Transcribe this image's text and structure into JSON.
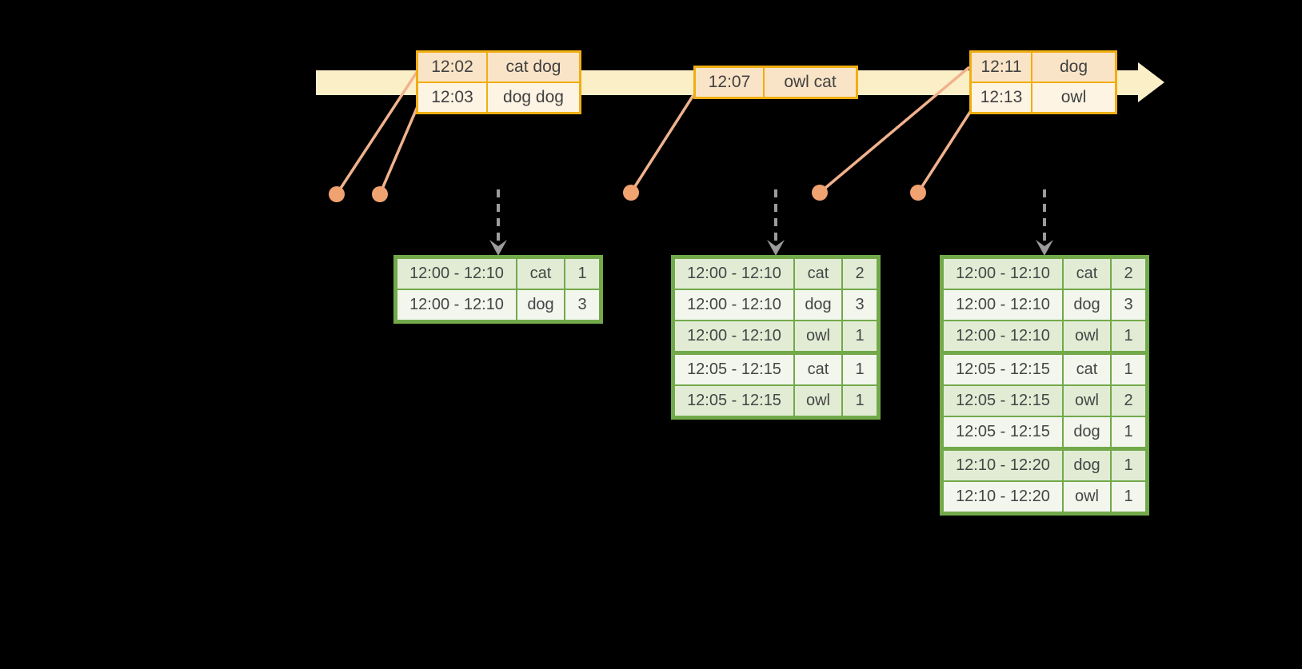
{
  "colors": {
    "background": "#000000",
    "timeline_fill": "#FBEFC8",
    "event_table_border": "#F0AE12",
    "event_row_peach": "#FAE4C7",
    "event_row_cream": "#FDF4E4",
    "event_dot": "#F1A271",
    "connector_line": "#F0B28C",
    "trigger_arrow_gray": "#9C9C9C",
    "result_table_border": "#72A94A",
    "result_row_dark": "#E2ECD5",
    "result_row_light": "#F2F6ED",
    "table_text": "#414141"
  },
  "event_tables": [
    {
      "rows": [
        {
          "time": "12:02",
          "words": "cat dog"
        },
        {
          "time": "12:03",
          "words": "dog dog"
        }
      ]
    },
    {
      "rows": [
        {
          "time": "12:07",
          "words": "owl cat"
        }
      ]
    },
    {
      "rows": [
        {
          "time": "12:11",
          "words": "dog"
        },
        {
          "time": "12:13",
          "words": "owl"
        }
      ]
    }
  ],
  "result_tables": [
    {
      "rows": [
        [
          "12:00 - 12:10",
          "cat",
          "1"
        ],
        [
          "12:00 - 12:10",
          "dog",
          "3"
        ]
      ]
    },
    {
      "rows": [
        [
          "12:00 - 12:10",
          "cat",
          "2"
        ],
        [
          "12:00 - 12:10",
          "dog",
          "3"
        ],
        [
          "12:00 - 12:10",
          "owl",
          "1"
        ],
        [
          "12:05 - 12:15",
          "cat",
          "1"
        ],
        [
          "12:05 - 12:15",
          "owl",
          "1"
        ]
      ]
    },
    {
      "rows": [
        [
          "12:00 - 12:10",
          "cat",
          "2"
        ],
        [
          "12:00 - 12:10",
          "dog",
          "3"
        ],
        [
          "12:00 - 12:10",
          "owl",
          "1"
        ],
        [
          "12:05 - 12:15",
          "cat",
          "1"
        ],
        [
          "12:05 - 12:15",
          "owl",
          "2"
        ],
        [
          "12:05 - 12:15",
          "dog",
          "1"
        ],
        [
          "12:10 - 12:20",
          "dog",
          "1"
        ],
        [
          "12:10 - 12:20",
          "owl",
          "1"
        ]
      ]
    }
  ]
}
